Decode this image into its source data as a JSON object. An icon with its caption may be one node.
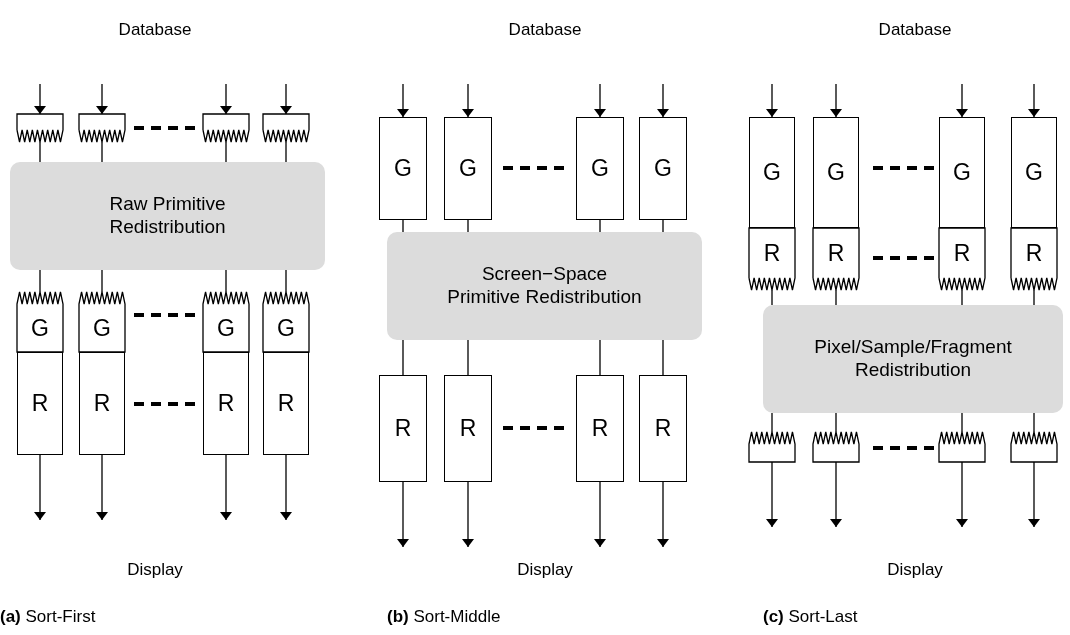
{
  "diagram": {
    "nodes": [
      {
        "text": [],
        "shape": "box"
      },
      {
        "text": [],
        "shape": "box"
      },
      {
        "text": [],
        "shape": "box"
      },
      {
        "text": [],
        "shape": "box"
      },
      {
        "text": [
          "Raw Primitive Redistribution"
        ]
      },
      {
        "text": [
          "G"
        ]
      },
      {
        "text": [
          "G"
        ]
      },
      {
        "text": [
          "G"
        ]
      },
      {
        "text": [
          "G"
        ]
      },
      {
        "text": [
          "R"
        ]
      },
      {
        "text": [
          "R"
        ]
      },
      {
        "text": [
          "R"
        ]
      },
      {
        "text": [
          "R"
        ]
      },
      {
        "text": [
          "G"
        ]
      },
      {
        "text": [
          "G"
        ]
      },
      {
        "text": [
          "G"
        ]
      },
      {
        "text": [
          "G"
        ]
      },
      {
        "text": [
          "Screen−Space Primitive Redistribution"
        ]
      },
      {
        "text": [
          "R"
        ]
      },
      {
        "text": [
          "R"
        ]
      },
      {
        "text": [
          "R"
        ]
      },
      {
        "text": [
          "R"
        ]
      },
      {
        "text": [
          "G"
        ]
      },
      {
        "text": [
          "G"
        ]
      },
      {
        "text": [
          "G"
        ]
      },
      {
        "text": [
          "G"
        ]
      },
      {
        "text": [
          "R"
        ]
      },
      {
        "text": [
          "R"
        ]
      },
      {
        "text": [
          "R"
        ]
      },
      {
        "text": [
          "R"
        ]
      },
      {
        "text": [
          "Pixel/Sample/Fragment Redistribution"
        ]
      },
      {
        "text": [],
        "shape": "box"
      },
      {
        "text": [],
        "shape": "box"
      },
      {
        "text": [],
        "shape": "box"
      },
      {
        "text": [],
        "shape": "box"
      }
    ],
    "edges": [
      {
        "from": null,
        "to": 0,
        "arrow": "to"
      },
      {
        "from": null,
        "to": 1,
        "arrow": "to"
      },
      {
        "from": null,
        "to": 2,
        "arrow": "to"
      },
      {
        "from": null,
        "to": 3,
        "arrow": "to"
      },
      {
        "from": 0,
        "to": 4,
        "arrow": "none"
      },
      {
        "from": 1,
        "to": 4,
        "arrow": "none"
      },
      {
        "from": 2,
        "to": 4,
        "arrow": "none"
      },
      {
        "from": 3,
        "to": 4,
        "arrow": "none"
      },
      {
        "from": 4,
        "to": 5,
        "arrow": "none"
      },
      {
        "from": 4,
        "to": 6,
        "arrow": "none"
      },
      {
        "from": 4,
        "to": 7,
        "arrow": "none"
      },
      {
        "from": 4,
        "to": 8,
        "arrow": "none"
      },
      {
        "from": 9,
        "to": null,
        "arrow": "to"
      },
      {
        "from": 10,
        "to": null,
        "arrow": "to"
      },
      {
        "from": 11,
        "to": null,
        "arrow": "to"
      },
      {
        "from": 12,
        "to": null,
        "arrow": "to"
      },
      {
        "from": null,
        "to": 13,
        "arrow": "to"
      },
      {
        "from": null,
        "to": 14,
        "arrow": "to"
      },
      {
        "from": null,
        "to": 15,
        "arrow": "to"
      },
      {
        "from": null,
        "to": 16,
        "arrow": "to"
      },
      {
        "from": 13,
        "to": 17,
        "arrow": "none"
      },
      {
        "from": 14,
        "to": 17,
        "arrow": "none"
      },
      {
        "from": 15,
        "to": 17,
        "arrow": "none"
      },
      {
        "from": 16,
        "to": 17,
        "arrow": "none"
      },
      {
        "from": 17,
        "to": 18,
        "arrow": "none"
      },
      {
        "from": 17,
        "to": 19,
        "arrow": "none"
      },
      {
        "from": 17,
        "to": 20,
        "arrow": "none"
      },
      {
        "from": 17,
        "to": 21,
        "arrow": "none"
      },
      {
        "from": 18,
        "to": null,
        "arrow": "to"
      },
      {
        "from": 19,
        "to": null,
        "arrow": "to"
      },
      {
        "from": 20,
        "to": null,
        "arrow": "to"
      },
      {
        "from": 21,
        "to": null,
        "arrow": "to"
      },
      {
        "from": null,
        "to": 22,
        "arrow": "to"
      },
      {
        "from": null,
        "to": 23,
        "arrow": "to"
      },
      {
        "from": null,
        "to": 24,
        "arrow": "to"
      },
      {
        "from": null,
        "to": 25,
        "arrow": "to"
      },
      {
        "from": 26,
        "to": 30,
        "arrow": "none"
      },
      {
        "from": 27,
        "to": 30,
        "arrow": "none"
      },
      {
        "from": 28,
        "to": 30,
        "arrow": "none"
      },
      {
        "from": 29,
        "to": 30,
        "arrow": "none"
      },
      {
        "from": 30,
        "to": 31,
        "arrow": "none"
      },
      {
        "from": 30,
        "to": 32,
        "arrow": "none"
      },
      {
        "from": 30,
        "to": 33,
        "arrow": "none"
      },
      {
        "from": 30,
        "to": 34,
        "arrow": "none"
      },
      {
        "from": 31,
        "to": null,
        "arrow": "to"
      },
      {
        "from": 32,
        "to": null,
        "arrow": "to"
      },
      {
        "from": 33,
        "to": null,
        "arrow": "to"
      },
      {
        "from": 34,
        "to": null,
        "arrow": "to"
      }
    ],
    "labels": [
      "Database",
      "Database",
      "Database",
      "Display",
      "Display",
      "Display",
      "**(a)** Sort-First",
      "**(b)** Sort-Middle",
      "**(c)** Sort-Last"
    ]
  }
}
